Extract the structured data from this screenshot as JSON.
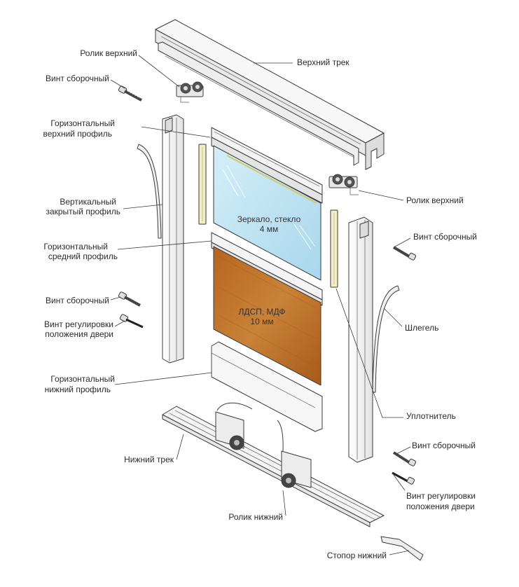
{
  "labels": {
    "top_roller_left": "Ролик верхний",
    "top_track": "Верхний трек",
    "assembly_screw_top_left": "Винт сборочный",
    "top_horizontal_profile": [
      "Горизонтальный",
      "верхний профиль"
    ],
    "top_roller_right": "Ролик верхний",
    "vertical_closed_profile": [
      "Вертикальный",
      "закрытый профиль"
    ],
    "assembly_screw_right_top": "Винт сборочный",
    "middle_horizontal_profile": [
      "Горизонтальный",
      "средний профиль"
    ],
    "mirror_glass": [
      "Зеркало, стекло",
      "4 мм"
    ],
    "chipboard_mdf": [
      "ЛДСП, МДФ",
      "10 мм"
    ],
    "assembly_screw_mid_left": "Винт сборочный",
    "adjust_screw_left": [
      "Винт регулировки",
      "положения двери"
    ],
    "brush_seal": "Шлегель",
    "bottom_horizontal_profile": [
      "Горизонтальный",
      "нижний профиль"
    ],
    "seal": "Уплотнитель",
    "assembly_screw_bottom_right": "Винт сборочный",
    "bottom_track": "Нижний трек",
    "adjust_screw_right": [
      "Винт регулировки",
      "положения двери"
    ],
    "bottom_roller": "Ролик нижний",
    "bottom_stopper": "Стопор нижний"
  },
  "colors": {
    "glass": "#bfe3f2",
    "wood": "#c77a2e",
    "wood_dark": "#9c5a1c",
    "metal": "#f4f4f4",
    "seal_strip": "#f2efc4",
    "line": "#3a3a3a"
  }
}
